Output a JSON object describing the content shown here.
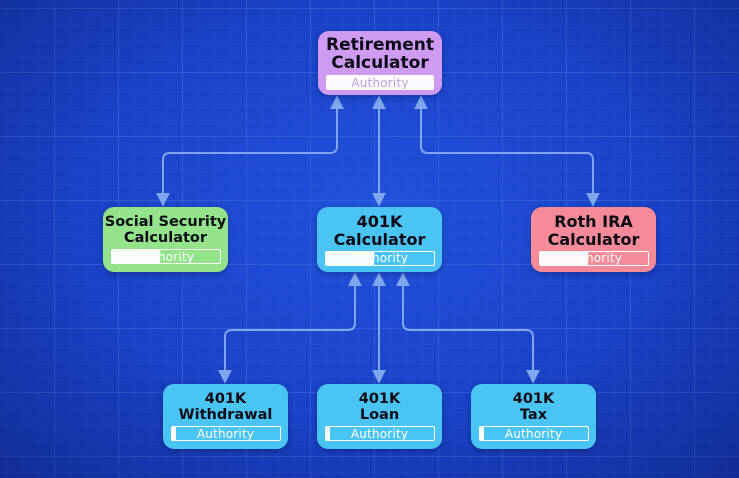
{
  "colors": {
    "background": "#1a44c8",
    "connector": "#7fa6f0",
    "retirement": "#cf9bf2",
    "social_security": "#92e38a",
    "k401": "#49c4f3",
    "roth": "#f58a98"
  },
  "nodes": {
    "retirement": {
      "line1": "Retirement",
      "line2": "Calculator",
      "authority": "Authority",
      "authority_level": 1.0
    },
    "social_security": {
      "line1": "Social Security",
      "line2": "Calculator",
      "authority": "Authority",
      "authority_level": 0.45
    },
    "k401": {
      "line1": "401K",
      "line2": "Calculator",
      "authority": "Authority",
      "authority_level": 0.45
    },
    "roth": {
      "line1": "Roth IRA",
      "line2": "Calculator",
      "authority": "Authority",
      "authority_level": 0.45
    },
    "withdrawal": {
      "line1": "401K",
      "line2": "Withdrawal",
      "authority": "Authority",
      "authority_level": 0.04
    },
    "loan": {
      "line1": "401K",
      "line2": "Loan",
      "authority": "Authority",
      "authority_level": 0.04
    },
    "tax": {
      "line1": "401K",
      "line2": "Tax",
      "authority": "Authority",
      "authority_level": 0.04
    }
  }
}
